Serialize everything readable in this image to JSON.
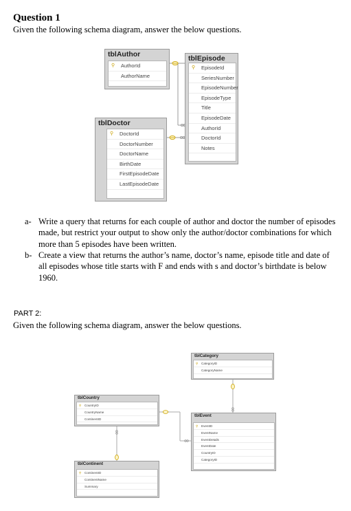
{
  "question": {
    "title": "Question 1",
    "intro": "Given the following schema diagram, answer the below questions."
  },
  "diagram1": {
    "tables": [
      {
        "name": "tblAuthor",
        "fields": [
          {
            "name": "AuthorId",
            "key": true
          },
          {
            "name": "AuthorName",
            "key": false
          }
        ]
      },
      {
        "name": "tblEpisode",
        "fields": [
          {
            "name": "EpisodeId",
            "key": true
          },
          {
            "name": "SeriesNumber",
            "key": false
          },
          {
            "name": "EpisodeNumber",
            "key": false
          },
          {
            "name": "EpisodeType",
            "key": false
          },
          {
            "name": "Title",
            "key": false
          },
          {
            "name": "EpisodeDate",
            "key": false
          },
          {
            "name": "AuthorId",
            "key": false
          },
          {
            "name": "DoctorId",
            "key": false
          },
          {
            "name": "Notes",
            "key": false
          }
        ]
      },
      {
        "name": "tblDoctor",
        "fields": [
          {
            "name": "DoctorId",
            "key": true
          },
          {
            "name": "DoctorNumber",
            "key": false
          },
          {
            "name": "DoctorName",
            "key": false
          },
          {
            "name": "BirthDate",
            "key": false
          },
          {
            "name": "FirstEpisodeDate",
            "key": false
          },
          {
            "name": "LastEpisodeDate",
            "key": false
          }
        ]
      }
    ]
  },
  "questions": [
    {
      "marker": "a-",
      "lines": [
        "Write a query that returns for each couple of author and doctor the number of episodes",
        "made, but restrict your output to show only the author/doctor combinations for which",
        "more than 5 episodes have been written."
      ]
    },
    {
      "marker": "b-",
      "lines": [
        "Create a view that returns the author’s name, doctor’s name, episode title and date of",
        "all episodes whose title starts with F and ends with s and doctor’s birthdate is below",
        "1960."
      ]
    }
  ],
  "part2": {
    "title": "PART 2:",
    "intro": "Given the following schema diagram, answer the below questions."
  },
  "diagram2": {
    "tables": [
      {
        "name": "tblCategory",
        "fields": [
          {
            "name": "CategoryID",
            "key": true
          },
          {
            "name": "CategoryName",
            "key": false
          }
        ]
      },
      {
        "name": "tblCountry",
        "fields": [
          {
            "name": "CountryID",
            "key": true
          },
          {
            "name": "CountryName",
            "key": false
          },
          {
            "name": "ContinentID",
            "key": false
          }
        ]
      },
      {
        "name": "tblEvent",
        "fields": [
          {
            "name": "EventID",
            "key": true
          },
          {
            "name": "EventName",
            "key": false
          },
          {
            "name": "EventDetails",
            "key": false
          },
          {
            "name": "EventDate",
            "key": false
          },
          {
            "name": "CountryID",
            "key": false
          },
          {
            "name": "CategoryID",
            "key": false
          }
        ]
      },
      {
        "name": "tblContinent",
        "fields": [
          {
            "name": "ContinentID",
            "key": true
          },
          {
            "name": "ContinentName",
            "key": false
          },
          {
            "name": "Summary",
            "key": false
          }
        ]
      }
    ]
  },
  "icons": {
    "key": "key-icon"
  },
  "colors": {
    "key_icon": "#c9a000",
    "link_line": "#aaaaaa",
    "table_header": "#d4d4d4"
  }
}
